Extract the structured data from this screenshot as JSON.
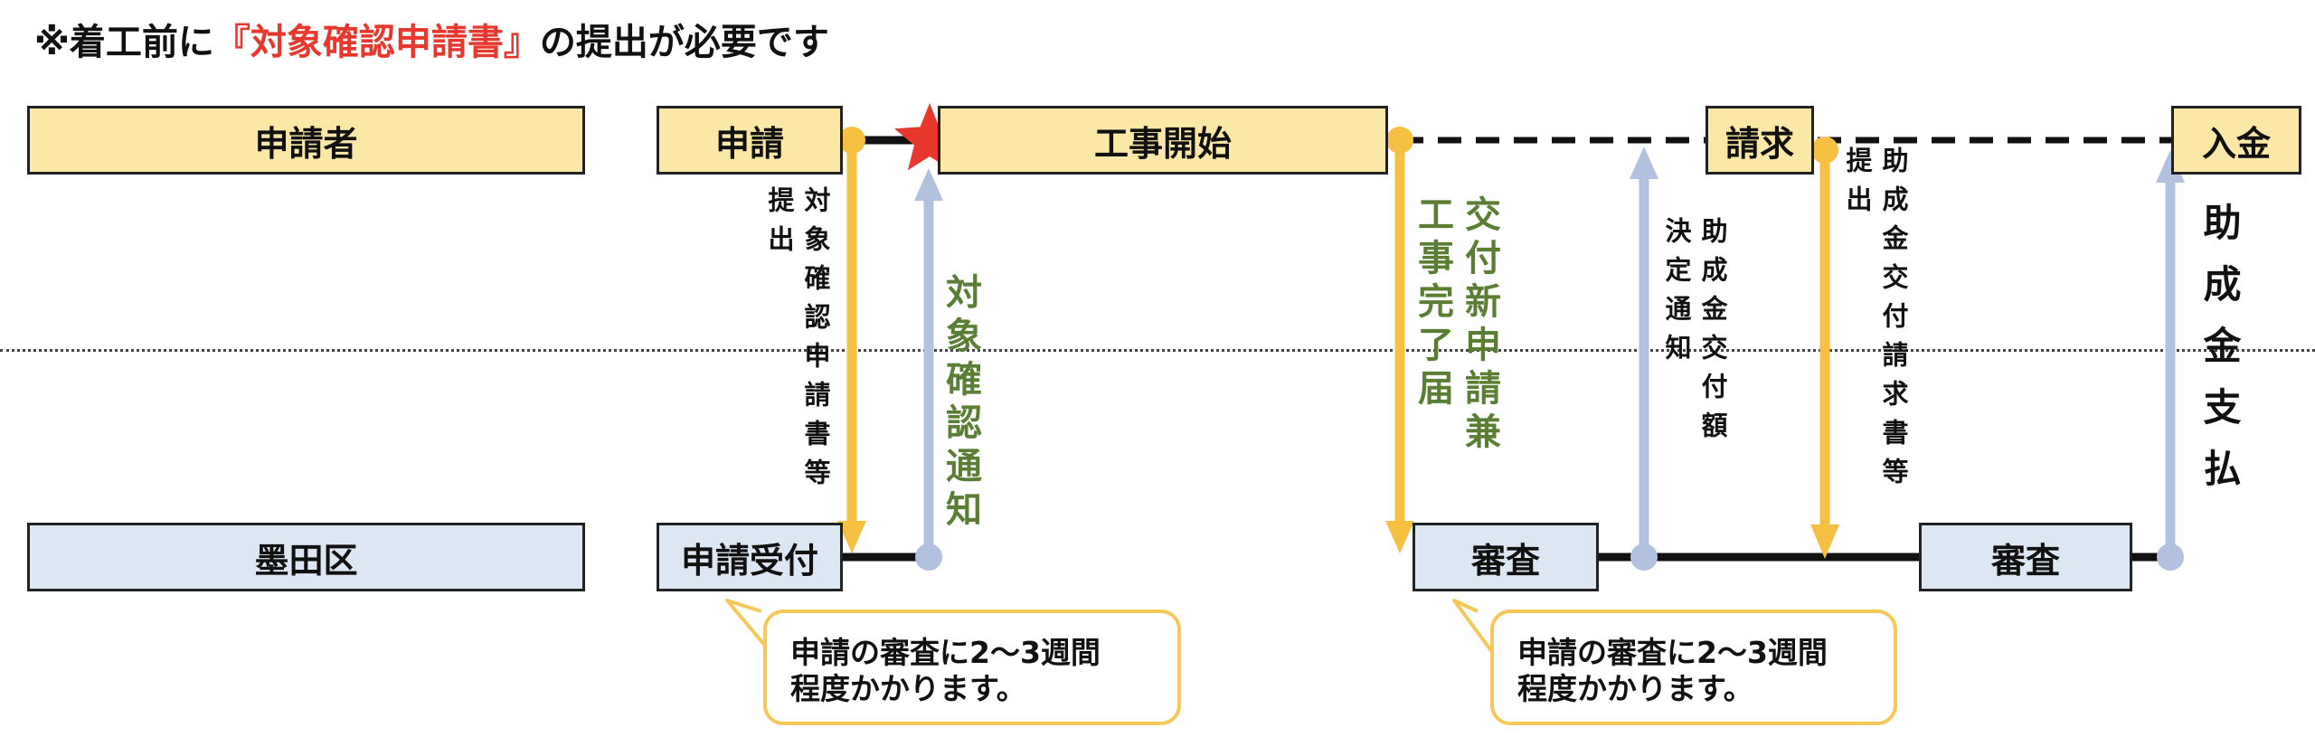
{
  "title": {
    "prefix": "※着工前に",
    "highlight": "『対象確認申請書』",
    "suffix": "の提出が必要です",
    "highlight_color": "#e8382e"
  },
  "lanes": {
    "applicant": "申請者",
    "city": "墨田区"
  },
  "boxes": {
    "apply": "申請",
    "construction_start": "工事開始",
    "claim": "請求",
    "payment_received": "入金",
    "application_received": "申請受付",
    "review_1": "審査",
    "review_2": "審査"
  },
  "flows": {
    "submit_confirmation": {
      "col2": "対象確認申請書等",
      "col1": "提出"
    },
    "confirmation_notice": "対象確認通知",
    "grant_application": {
      "col1": "交付新申請兼",
      "col2": "工事完了届"
    },
    "decision_notice": {
      "col1": "助成金交付額",
      "col2": "決定通知"
    },
    "claim_submission": {
      "col1": "助成金交付請求書等",
      "col2": "提出"
    },
    "grant_payment": "助成金支払"
  },
  "callouts": [
    {
      "line1": "申請の審査に2〜3週間",
      "line2": "程度かかります。"
    },
    {
      "line1": "申請の審査に2〜3週間",
      "line2": "程度かかります。"
    }
  ],
  "colors": {
    "applicant_fill": "#fbe7a6",
    "city_fill": "#dde7f3",
    "submit_arrow": "#f6c042",
    "return_arrow": "#b3c1e0",
    "note_green": "#5a7f34",
    "star": "#e8382e"
  },
  "icons": {
    "milestone": "star-icon"
  }
}
